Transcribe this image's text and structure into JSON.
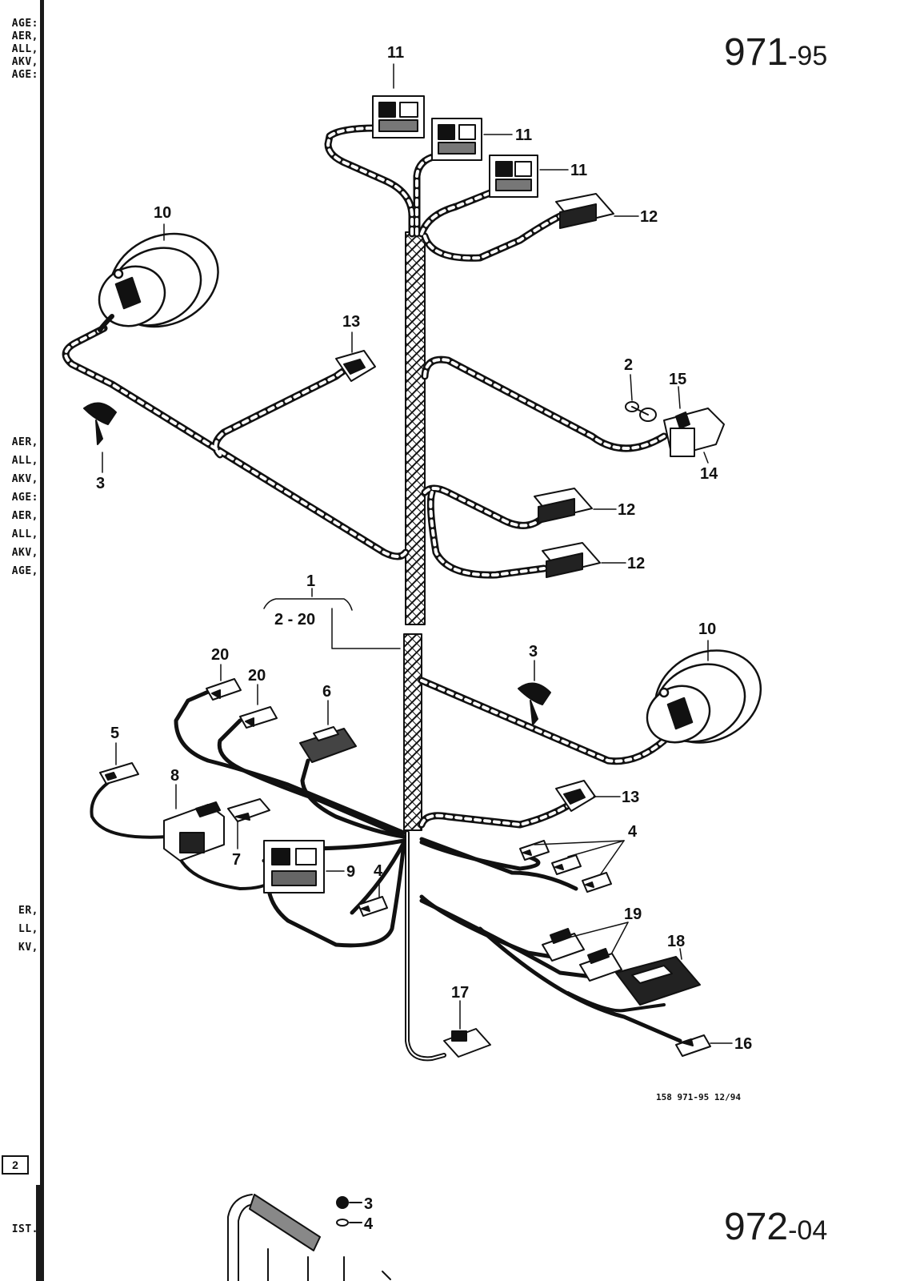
{
  "page": {
    "code_top": {
      "main": "971",
      "suffix": "-95"
    },
    "code_bottom": {
      "main": "972",
      "suffix": "-04"
    },
    "drawing_reference": "158   971-95   12/94"
  },
  "left_edge": {
    "group_a": [
      "AGE:",
      "AER,",
      "ALL,",
      "AKV,",
      "AGE:"
    ],
    "group_b": [
      "AER,",
      "ALL,",
      "AKV,",
      "AGE:",
      "AER,",
      "ALL,",
      "AKV,",
      "AGE,"
    ],
    "group_c": [
      "ER,",
      "LL,",
      "KV,"
    ],
    "box_label": "2",
    "bottom_label": "IST."
  },
  "callouts": {
    "c1": "1",
    "c1_range": "2 - 20",
    "c2": "2",
    "c3a": "3",
    "c3b": "3",
    "c3c": "3",
    "c4a": "4",
    "c4b": "4",
    "c4c": "4",
    "c5": "5",
    "c6": "6",
    "c7": "7",
    "c8": "8",
    "c9": "9",
    "c10a": "10",
    "c10b": "10",
    "c11a": "11",
    "c11b": "11",
    "c11c": "11",
    "c12a": "12",
    "c12b": "12",
    "c12c": "12",
    "c13a": "13",
    "c13b": "13",
    "c14": "14",
    "c15": "15",
    "c16": "16",
    "c17": "17",
    "c18": "18",
    "c19": "19",
    "c20a": "20",
    "c20b": "20"
  },
  "colors": {
    "ink": "#111111",
    "paper": "#ffffff"
  }
}
